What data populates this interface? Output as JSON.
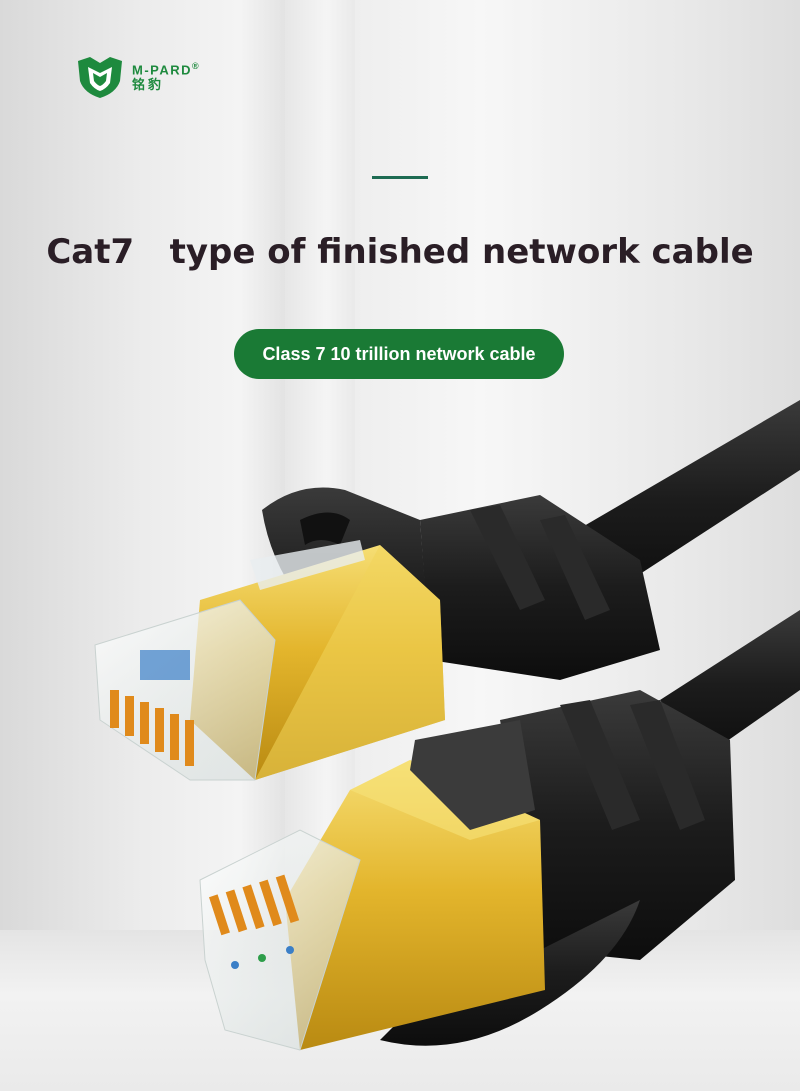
{
  "brand": {
    "name": "M-PARD",
    "registered": "®",
    "chinese_name": "铭豹",
    "color": "#1e8a3e"
  },
  "headline": {
    "model": "Cat7",
    "text": "type of finished network cable",
    "color": "#2a1e26"
  },
  "badge": {
    "label": "Class 7 10 trillion network cable",
    "color": "#1a7a35"
  },
  "image": {
    "subject": "two RJ45 network cable connectors",
    "connector_color": "#e2b52a",
    "cable_color": "#1c1c1c"
  }
}
